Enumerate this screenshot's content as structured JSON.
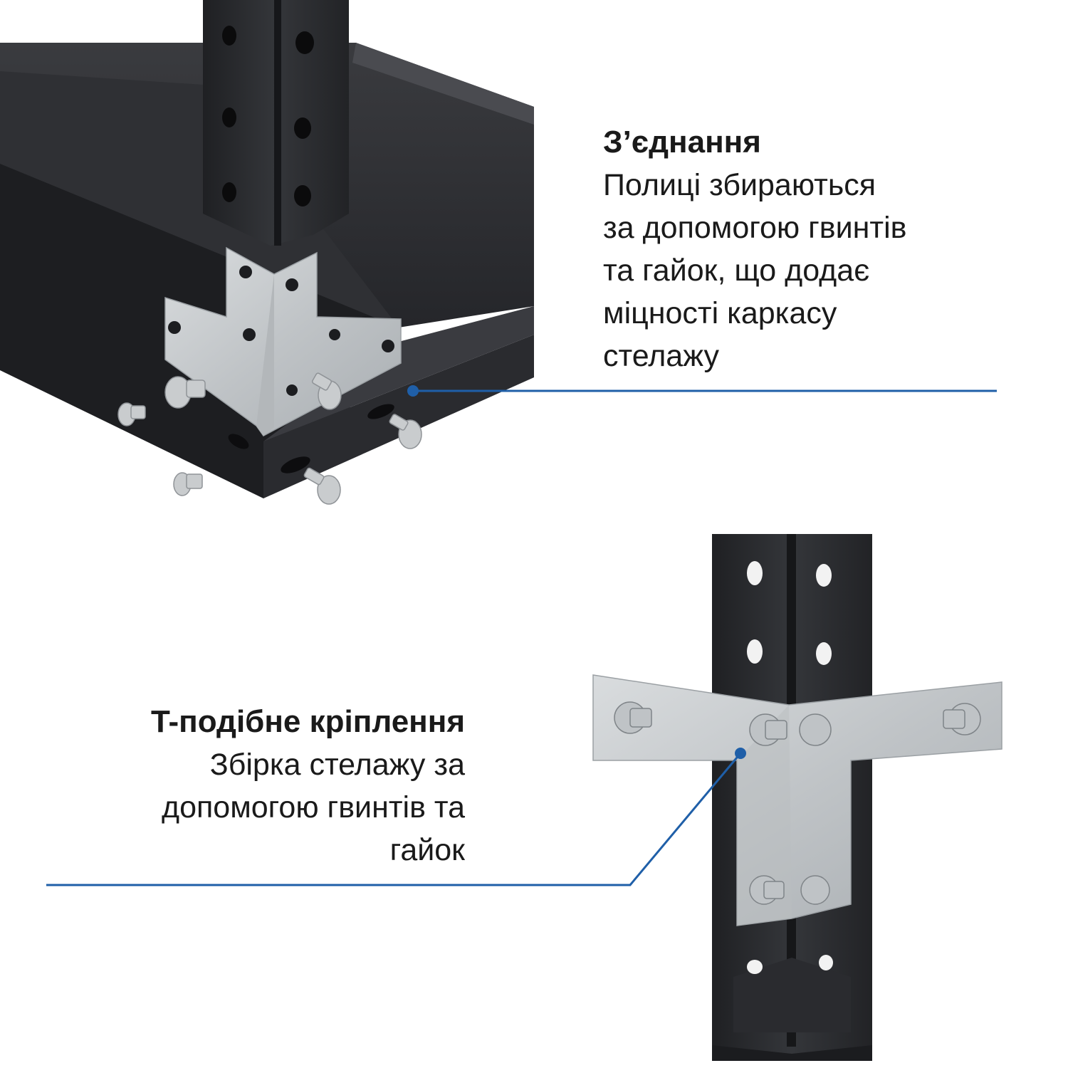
{
  "callouts": [
    {
      "title": "З’єднання",
      "lines": [
        "Полиці збираються",
        "за допомогою гвинтів",
        "та гайок, що додає",
        "міцності каркасу",
        "стелажу"
      ]
    },
    {
      "title": "T-подібне кріплення",
      "lines": [
        "Збірка стелажу за",
        "допомогою гвинтів та",
        "гайок"
      ]
    }
  ],
  "colors": {
    "accent": "#1f5fa8",
    "metal_dark": "#2b2c2f",
    "galvanized": "#c7cacc"
  }
}
